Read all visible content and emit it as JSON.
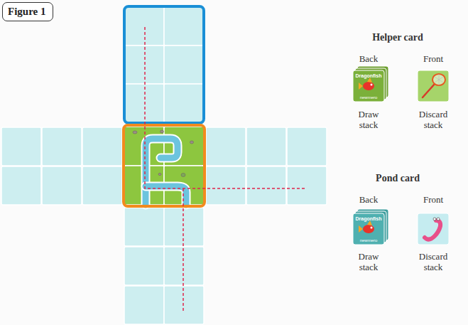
{
  "diagram": {
    "nodes": [
      {
        "text": [
          "Figure 1"
        ]
      }
    ],
    "labels": [
      "Helper card",
      "Back",
      "Front",
      "Dragonfish",
      "newmero",
      "Draw stack",
      "Discard stack",
      "Pond card",
      "Back",
      "Front",
      "Dragonfish",
      "newmero",
      "Draw stack",
      "Discard stack"
    ]
  }
}
